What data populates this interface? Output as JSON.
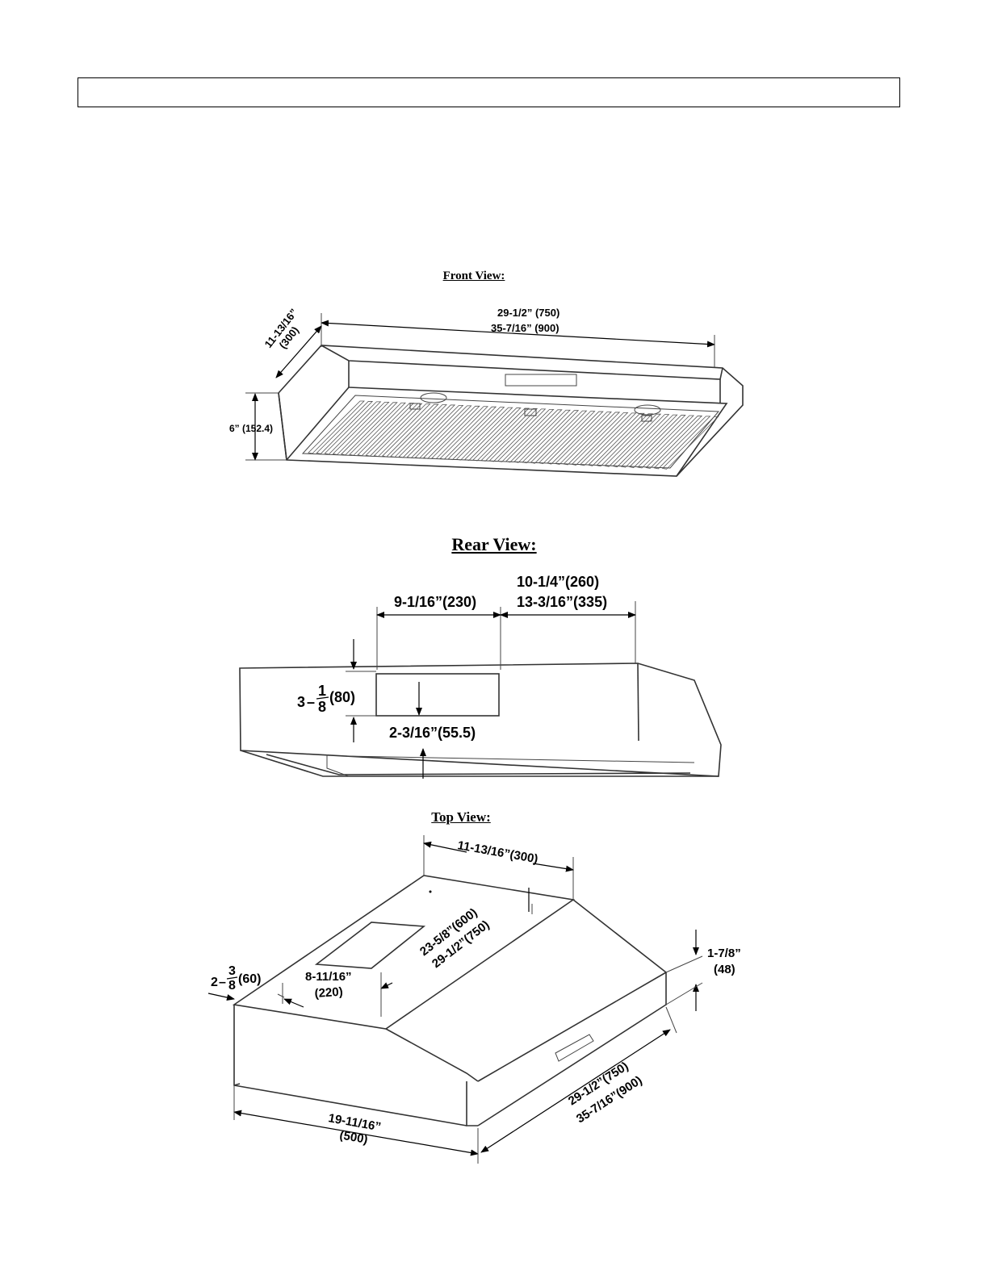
{
  "header": {
    "text": ""
  },
  "front_view": {
    "title": "Front View:",
    "dim_width_a": "29-1/2” (750)",
    "dim_width_b": "35-7/16” (900)",
    "dim_depth_a": "11-13/16”",
    "dim_depth_b": "(300)",
    "dim_height": "6” (152.4)"
  },
  "rear_view": {
    "title": "Rear View:",
    "dim_vent_width": "9-1/16”(230)",
    "dim_offset_a": "10-1/4”(260)",
    "dim_offset_b": "13-3/16”(335)",
    "dim_vent_height_whole": "3",
    "dim_vent_height_num": "1",
    "dim_vent_height_den": "8",
    "dim_vent_height_mm": "(80)",
    "dim_vent_bottom": "2-3/16”(55.5)"
  },
  "top_view": {
    "title": "Top View:",
    "dim_top_depth": "11-13/16”(300)",
    "dim_diag_a": "23-5/8”(600)",
    "dim_diag_b": "29-1/2”(750)",
    "dim_side_whole": "2",
    "dim_side_num": "3",
    "dim_side_den": "8",
    "dim_side_mm": "(60)",
    "dim_vent_a": "8-11/16”",
    "dim_vent_b": "(220)",
    "dim_right_a": "1-7/8”",
    "dim_right_b": "(48)",
    "dim_depth_a": "19-11/16”",
    "dim_depth_b": "(500)",
    "dim_width_a": "29-1/2”(750)",
    "dim_width_b": "35-7/16”(900)"
  }
}
